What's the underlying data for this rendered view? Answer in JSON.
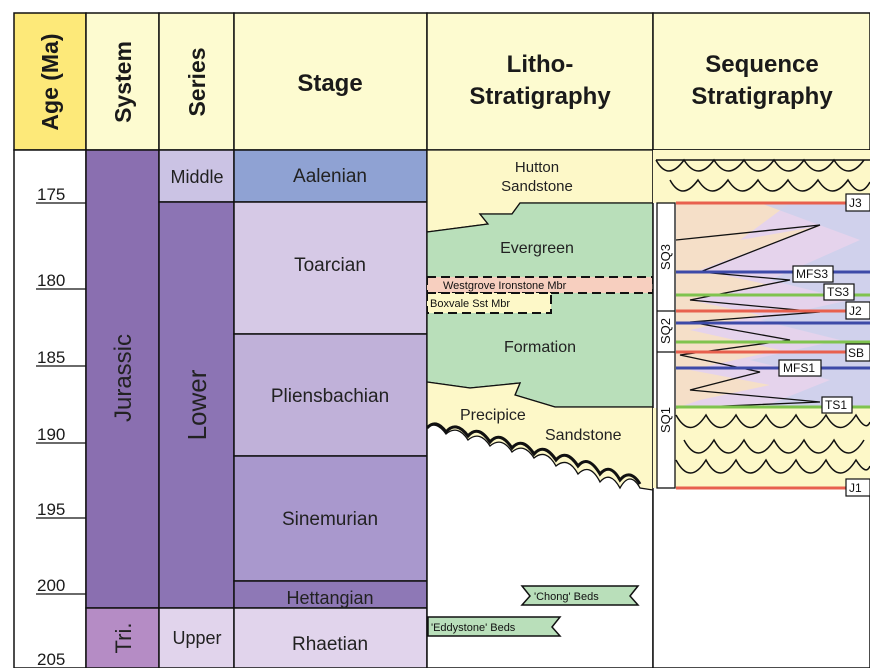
{
  "headers": {
    "age": "Age (Ma)",
    "system": "System",
    "series": "Series",
    "stage": "Stage",
    "litho_line1": "Litho-",
    "litho_line2": "Stratigraphy",
    "seq_line1": "Sequence",
    "seq_line2": "Stratigraphy"
  },
  "age_ticks": [
    "175",
    "180",
    "185",
    "190",
    "195",
    "200",
    "205"
  ],
  "system": {
    "jurassic": "Jurassic",
    "triassic": "Tri."
  },
  "series": {
    "middle": "Middle",
    "lower": "Lower",
    "upper": "Upper"
  },
  "stages": [
    "Aalenian",
    "Toarcian",
    "Pliensbachian",
    "Sinemurian",
    "Hettangian",
    "Rhaetian"
  ],
  "litho": {
    "hutton_1": "Hutton",
    "hutton_2": "Sandstone",
    "evergreen": "Evergreen",
    "westgrove": "Westgrove Ironstone Mbr",
    "boxvale": "Boxvale Sst Mbr",
    "formation": "Formation",
    "precipice_1": "Precipice",
    "precipice_2": "Sandstone",
    "chong": "'Chong' Beds",
    "eddystone": "'Eddystone' Beds"
  },
  "sequences": [
    "SQ3",
    "SQ2",
    "SQ1"
  ],
  "surfaces": {
    "j3": "J3",
    "mfs3": "MFS3",
    "ts3": "TS3",
    "j2": "J2",
    "sb": "SB",
    "mfs1": "MFS1",
    "ts1": "TS1",
    "j1": "J1"
  },
  "colors": {
    "header_age": "#fde979",
    "header_other": "#fdfbd0",
    "jurassic": "#8a6fb0",
    "middle_series": "#cbc3e4",
    "aalenian": "#8fa2d3",
    "lower_series": "#8c74b4",
    "toarcian": "#d6c9e6",
    "pliensbachian": "#c0b1d9",
    "sinemurian": "#a998cd",
    "hettangian": "#8e78b6",
    "triassic": "#b58cc5",
    "rhaetian": "#e1d4ec",
    "sandstone": "#fdf8c8",
    "evergreen": "#b9dfba",
    "ironstone": "#f7cfbf",
    "sequence_boundary": "#e8604e",
    "mfs": "#3d4aa8",
    "ts": "#7fc34e"
  }
}
